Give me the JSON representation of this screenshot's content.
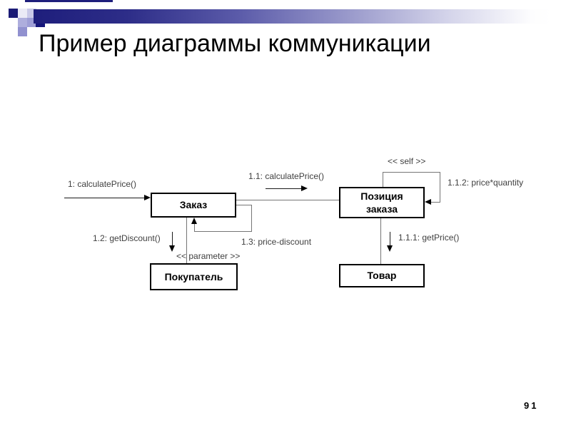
{
  "slide": {
    "title": "Пример диаграммы коммуникации",
    "page_number": "91"
  },
  "theme": {
    "accent_dark_blue": "#1e1e7c",
    "deco_light_lavender": "#c9c9e8",
    "line_gray": "#757575",
    "label_gray": "#3f3f3f",
    "box_border": "#000000",
    "background": "#ffffff"
  },
  "diagram": {
    "boxes": {
      "order": "Заказ",
      "order_item_line1": "Позиция",
      "order_item_line2": "заказа",
      "buyer": "Покупатель",
      "product": "Товар"
    },
    "messages": {
      "msg_1": "1: calculatePrice()",
      "msg_1_1": "1.1: calculatePrice()",
      "msg_1_2": "1.2: getDiscount()",
      "msg_1_3": "1.3: price-discount",
      "msg_1_1_1": "1.1.1: getPrice()",
      "msg_1_1_2": "1.1.2: price*quantity",
      "stereotype_self": "<< self >>",
      "stereotype_parameter": "<< parameter >>"
    }
  }
}
